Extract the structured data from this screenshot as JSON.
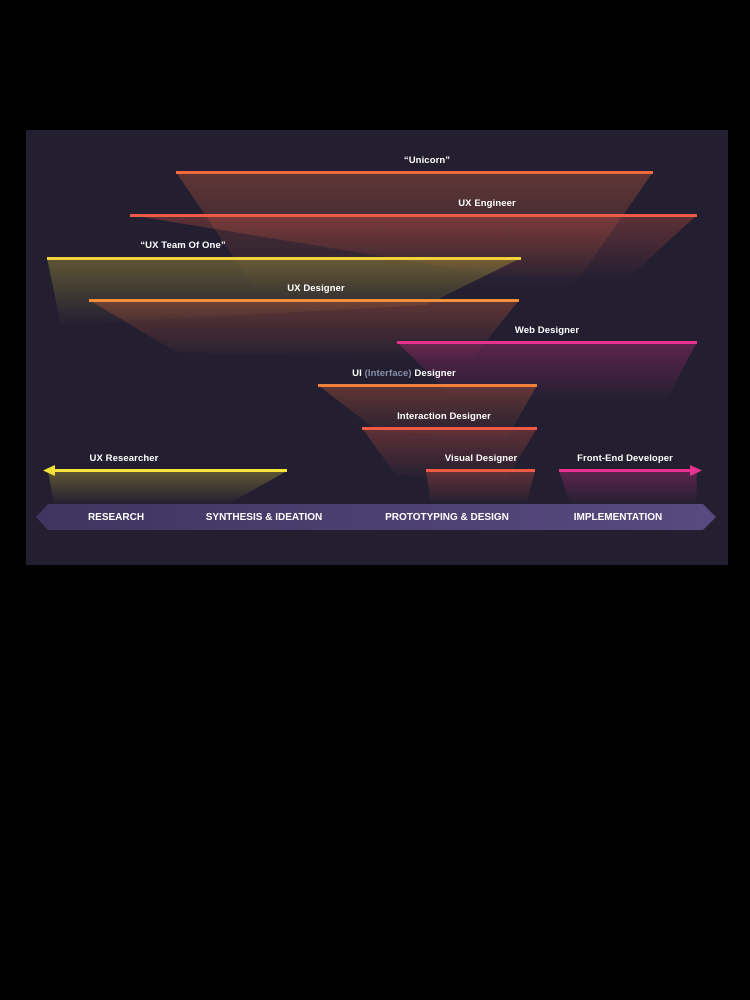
{
  "roles": {
    "unicorn": "“Unicorn”",
    "ux_engineer": "UX Engineer",
    "ux_team_of_one": "“UX Team Of One”",
    "ux_designer": "UX Designer",
    "web_designer": "Web Designer",
    "ui_designer": {
      "prefix": "UI",
      "middle": "(Interface)",
      "suffix": "Designer"
    },
    "interaction_designer": "Interaction Designer",
    "ux_researcher": "UX Researcher",
    "visual_designer": "Visual Designer",
    "front_end_developer": "Front-End Developer"
  },
  "phases": {
    "research": "RESEARCH",
    "synthesis": "SYNTHESIS & IDEATION",
    "prototyping": "PROTOTYPING & DESIGN",
    "implementation": "IMPLEMENTATION"
  },
  "colors": {
    "background": "#000000",
    "panel": "#231f31",
    "yellow": "#f5e337",
    "orange": "#f0803a",
    "red_orange": "#ee5a44",
    "magenta": "#e8328f",
    "phase_band": "#4a3f6b"
  }
}
